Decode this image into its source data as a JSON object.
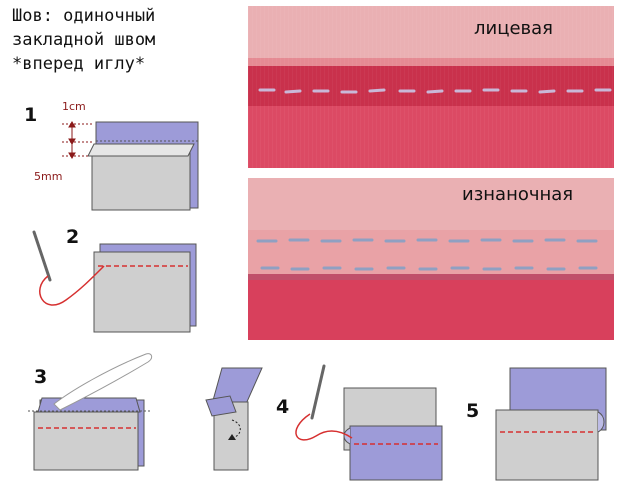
{
  "title": {
    "line1": "Шов: одиночный",
    "line2": "закладной швом",
    "line3": "*вперед иглу*"
  },
  "photos": {
    "front_label": "лицевая",
    "back_label": "изнаночная"
  },
  "steps": {
    "s1": "1",
    "s2": "2",
    "s3": "3",
    "s4": "4",
    "s5": "5"
  },
  "measurements": {
    "top": "1cm",
    "bottom": "5mm"
  },
  "colors": {
    "fabric_gray": "#cfcfcf",
    "fabric_purple": "#9d9bd8",
    "thread_red": "#d63030",
    "photo_light": "#e9a7ad",
    "photo_dark": "#d9455f"
  }
}
